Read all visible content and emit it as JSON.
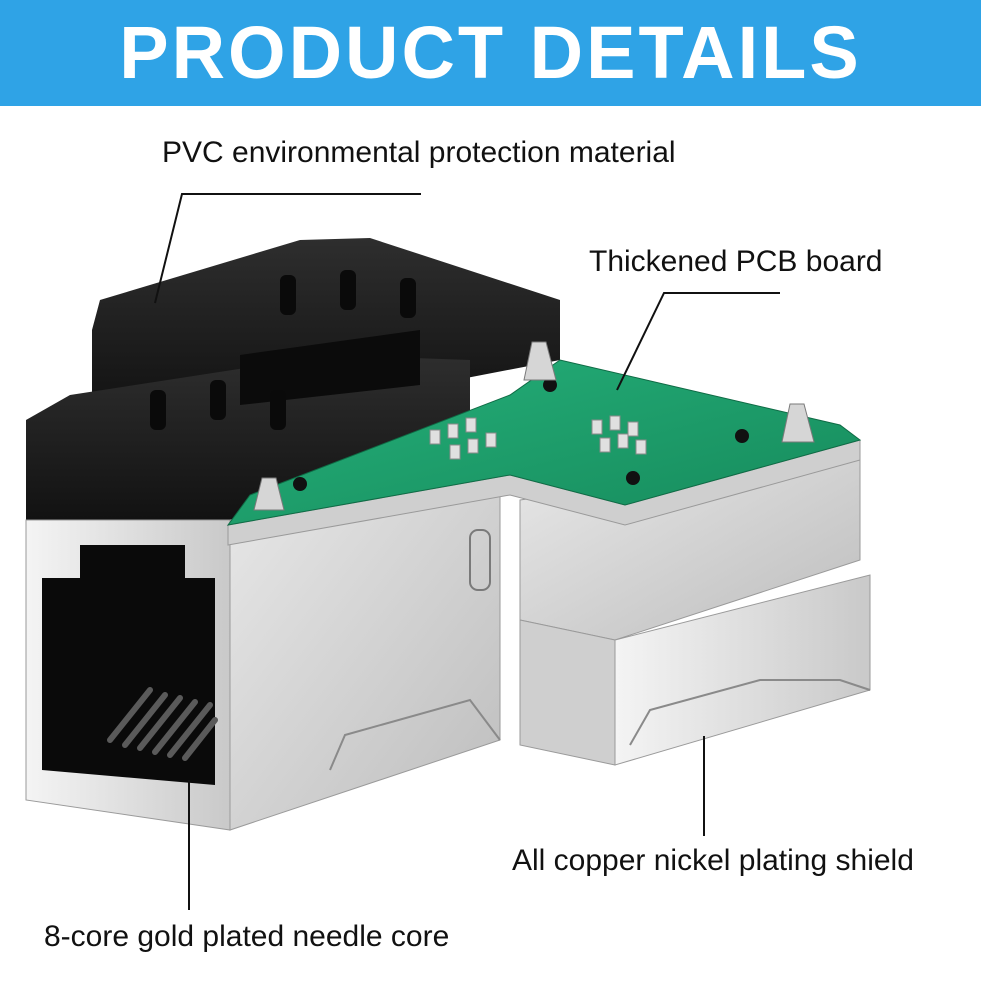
{
  "header": {
    "title": "PRODUCT DETAILS"
  },
  "callouts": {
    "pvc": "PVC environmental protection material",
    "pcb": "Thickened PCB board",
    "shield": "All copper nickel plating shield",
    "core": "8-core gold plated needle core"
  },
  "colors": {
    "banner": "#2fa3e6",
    "housing": "#1d1d1d",
    "pcb": "#1f9e6a",
    "shield": "#d9d9d9"
  }
}
